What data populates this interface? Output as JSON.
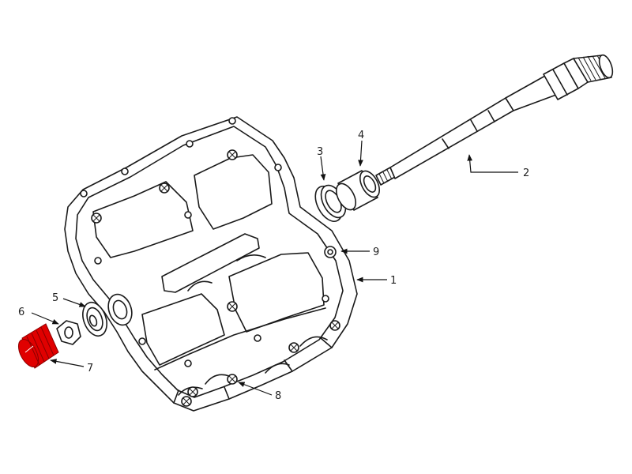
{
  "callouts": [
    {
      "id": "1",
      "label": "1"
    },
    {
      "id": "2",
      "label": "2"
    },
    {
      "id": "3",
      "label": "3"
    },
    {
      "id": "4",
      "label": "4"
    },
    {
      "id": "5",
      "label": "5"
    },
    {
      "id": "6",
      "label": "6"
    },
    {
      "id": "7",
      "label": "7"
    },
    {
      "id": "8",
      "label": "8"
    },
    {
      "id": "9",
      "label": "9"
    }
  ],
  "colors": {
    "line": "#1a1a1a",
    "highlight_part": "#e00000",
    "background": "#ffffff"
  },
  "highlighted_part": "7"
}
